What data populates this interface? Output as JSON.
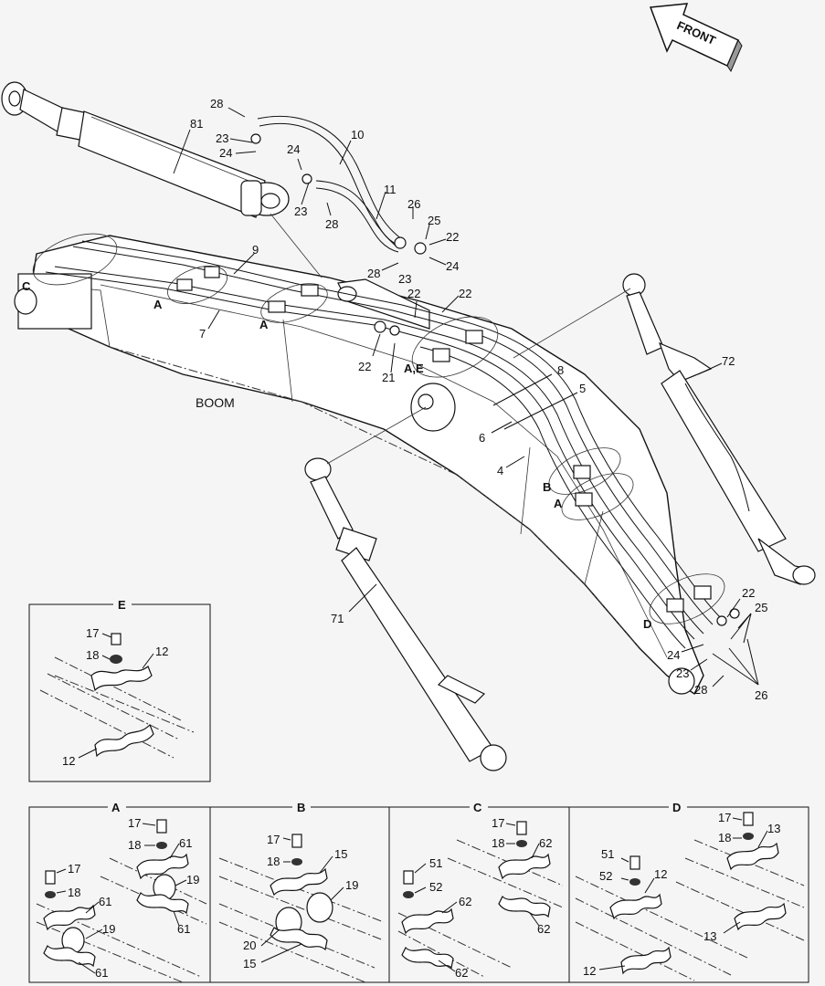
{
  "front_label": "FRONT",
  "boom_label": "BOOM",
  "main_callouts": {
    "c28a": "28",
    "c81": "81",
    "c23a": "23",
    "c24a": "24",
    "c24b": "24",
    "c10": "10",
    "c23b": "23",
    "c28b": "28",
    "c11": "11",
    "c26a": "26",
    "c25a": "25",
    "c22a": "22",
    "c28c": "28",
    "c23c": "23",
    "c24c": "24",
    "c9": "9",
    "c22b": "22",
    "c22c": "22",
    "c7": "7",
    "cA1": "A",
    "cA2": "A",
    "cC1": "C",
    "c22d": "22",
    "c21": "21",
    "cAE": "A,E",
    "c8": "8",
    "c5": "5",
    "c6": "6",
    "c4": "4",
    "cB1": "B",
    "cA3": "A",
    "c72": "72",
    "c71": "71",
    "cD1": "D",
    "c22e": "22",
    "c25b": "25",
    "c24d": "24",
    "c23d": "23",
    "c28d": "28",
    "c26b": "26"
  },
  "detail_e": {
    "title": "E",
    "c17": "17",
    "c18": "18",
    "c12a": "12",
    "c12b": "12"
  },
  "detail_a": {
    "title": "A",
    "c17a": "17",
    "c18a": "18",
    "c61a": "61",
    "c19a": "19",
    "c61b": "61",
    "c17b": "17",
    "c18b": "18",
    "c61c": "61",
    "c19b": "19",
    "c61d": "61"
  },
  "detail_b": {
    "title": "B",
    "c17": "17",
    "c18": "18",
    "c15a": "15",
    "c19": "19",
    "c20": "20",
    "c15b": "15"
  },
  "detail_c": {
    "title": "C",
    "c17": "17",
    "c18": "18",
    "c62a": "62",
    "c51": "51",
    "c52": "52",
    "c62b": "62",
    "c62c": "62",
    "c62d": "62"
  },
  "detail_d": {
    "title": "D",
    "c17": "17",
    "c18": "18",
    "c13a": "13",
    "c51": "51",
    "c52": "52",
    "c12a": "12",
    "c13b": "13",
    "c12b": "12"
  }
}
